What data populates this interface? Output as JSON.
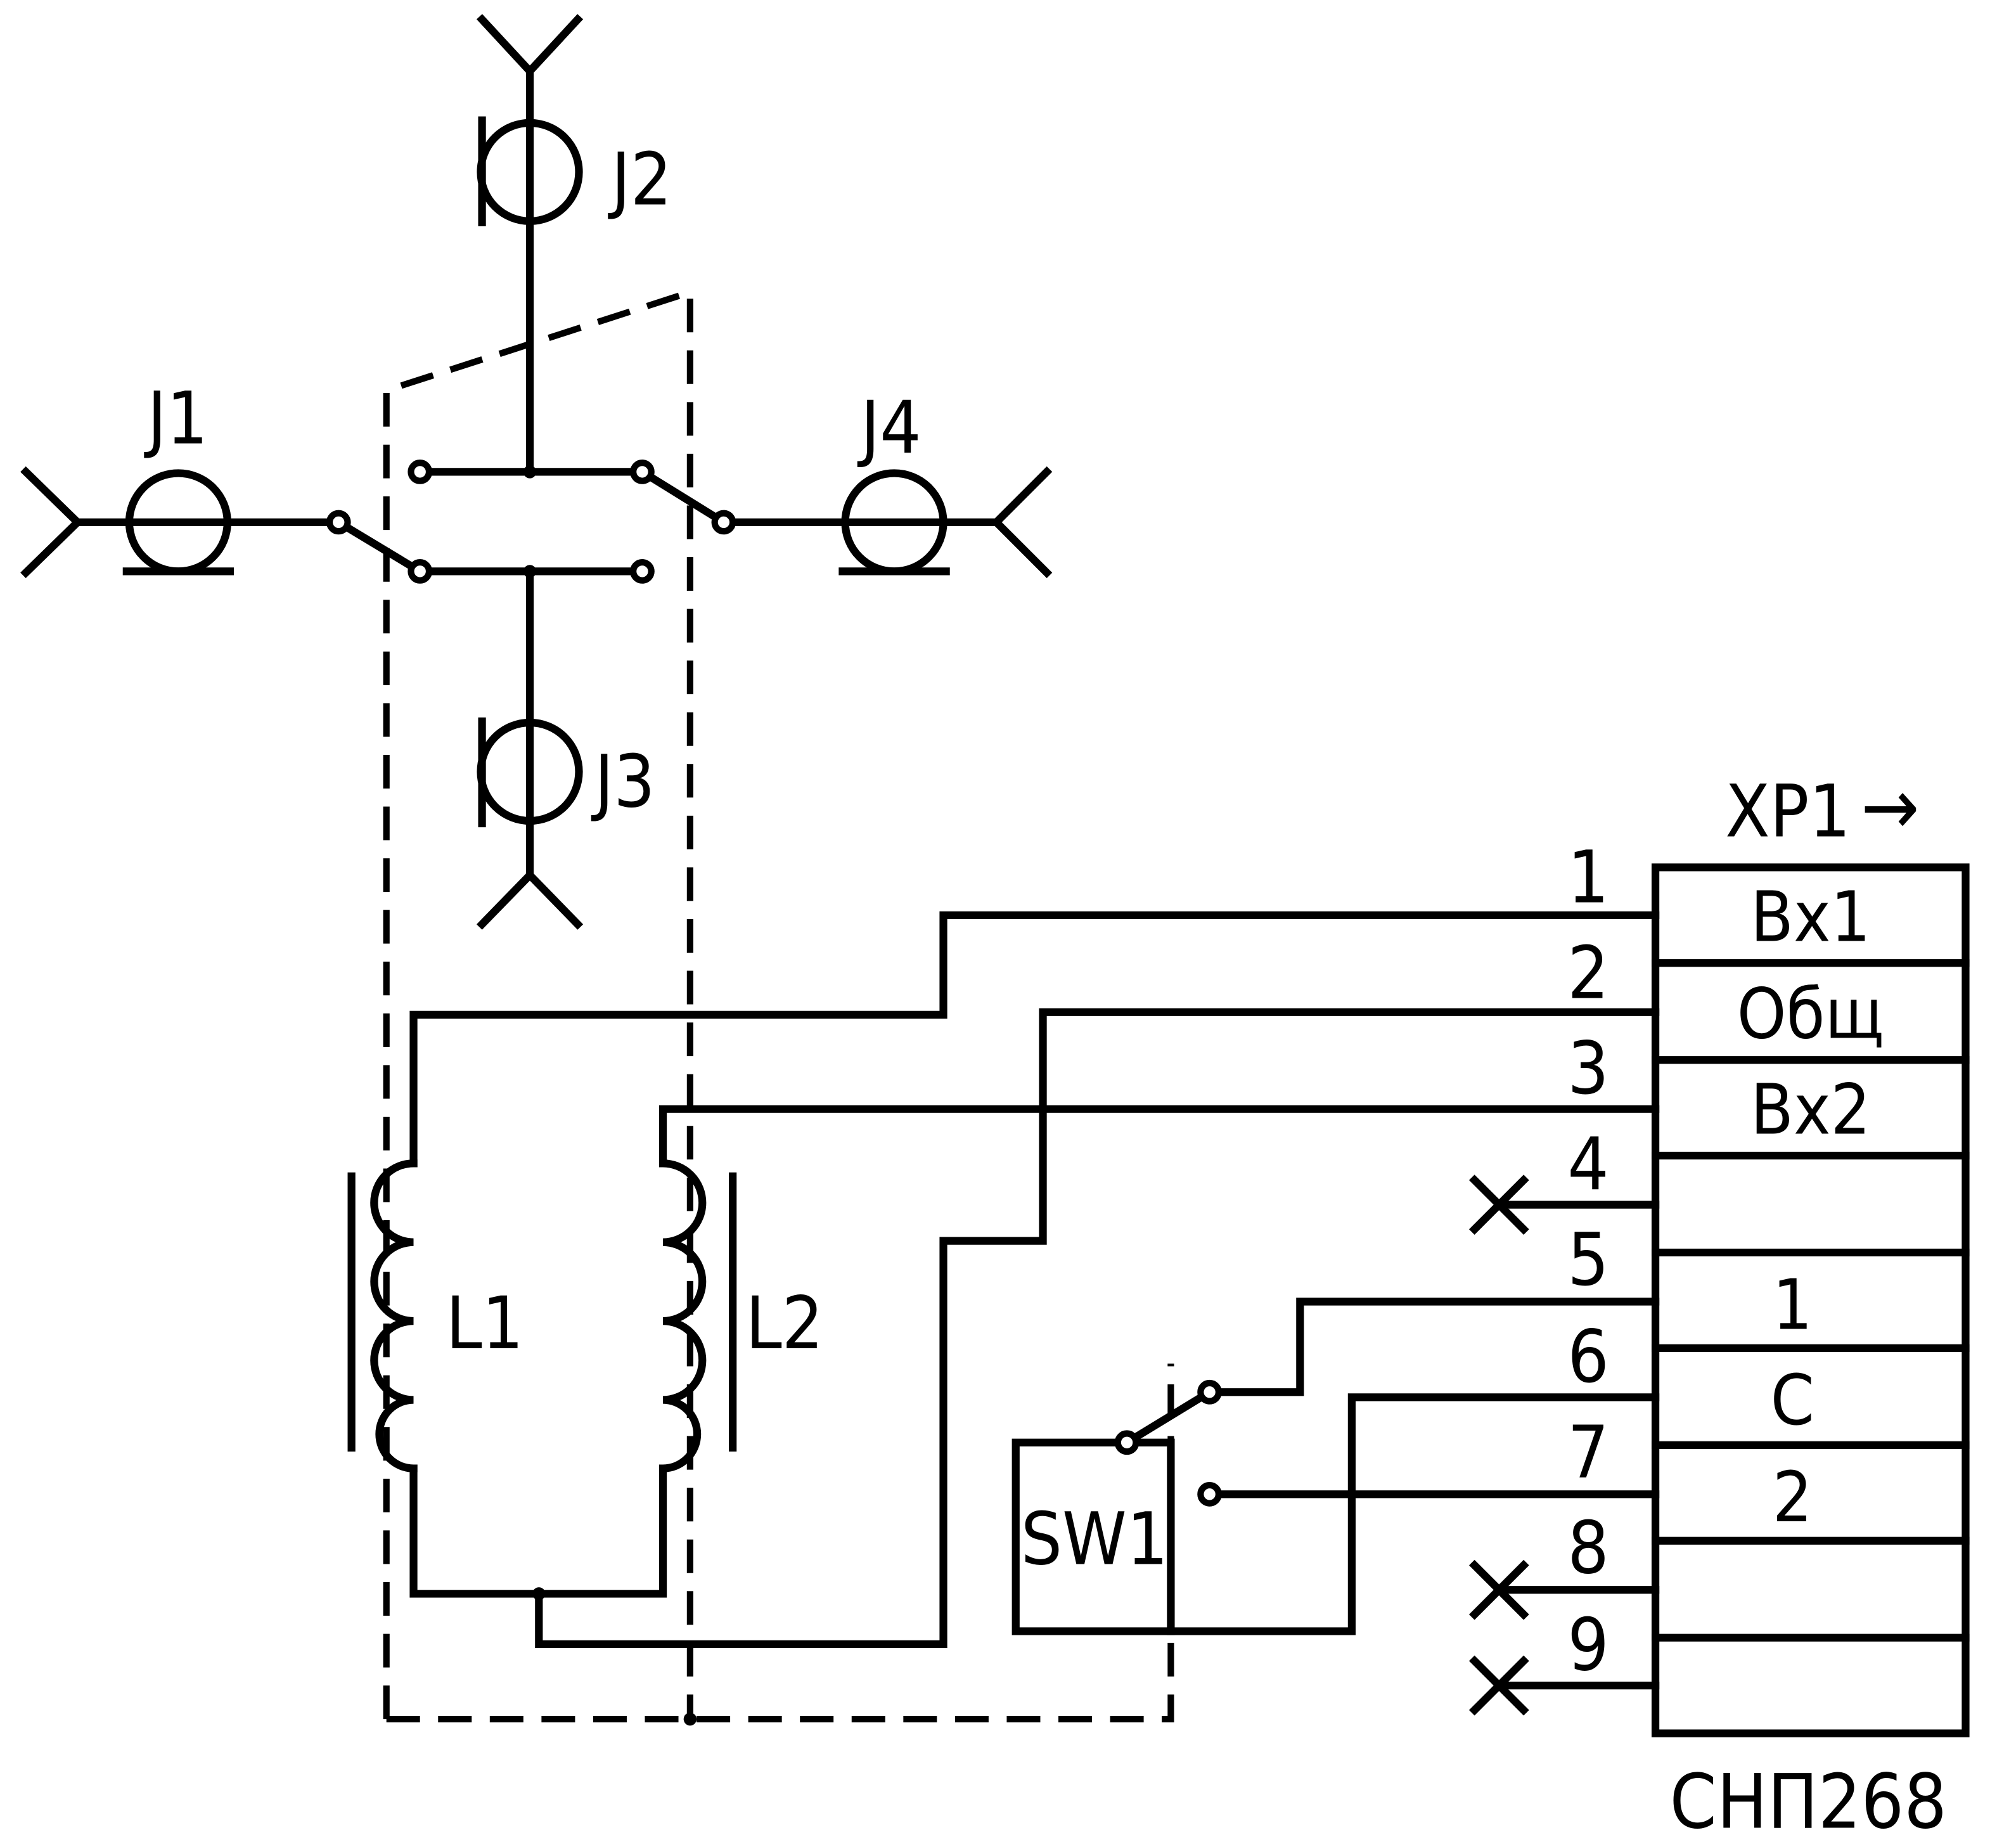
{
  "jacks": {
    "j1": "J1",
    "j2": "J2",
    "j3": "J3",
    "j4": "J4"
  },
  "inductors": {
    "l1": "L1",
    "l2": "L2"
  },
  "switch": {
    "label": "SW1"
  },
  "connector": {
    "name": "XP1",
    "arrow": "→",
    "part_number": "СНП268",
    "pins": [
      {
        "number": "1",
        "label": "Вх1"
      },
      {
        "number": "2",
        "label": "Общ"
      },
      {
        "number": "3",
        "label": "Вх2"
      },
      {
        "number": "4",
        "label": ""
      },
      {
        "number": "5",
        "label": ""
      },
      {
        "number": "6",
        "label": "1"
      },
      {
        "number": "7",
        "label": "С"
      },
      {
        "number": "8",
        "label": "2"
      },
      {
        "number": "9",
        "label": ""
      }
    ]
  }
}
